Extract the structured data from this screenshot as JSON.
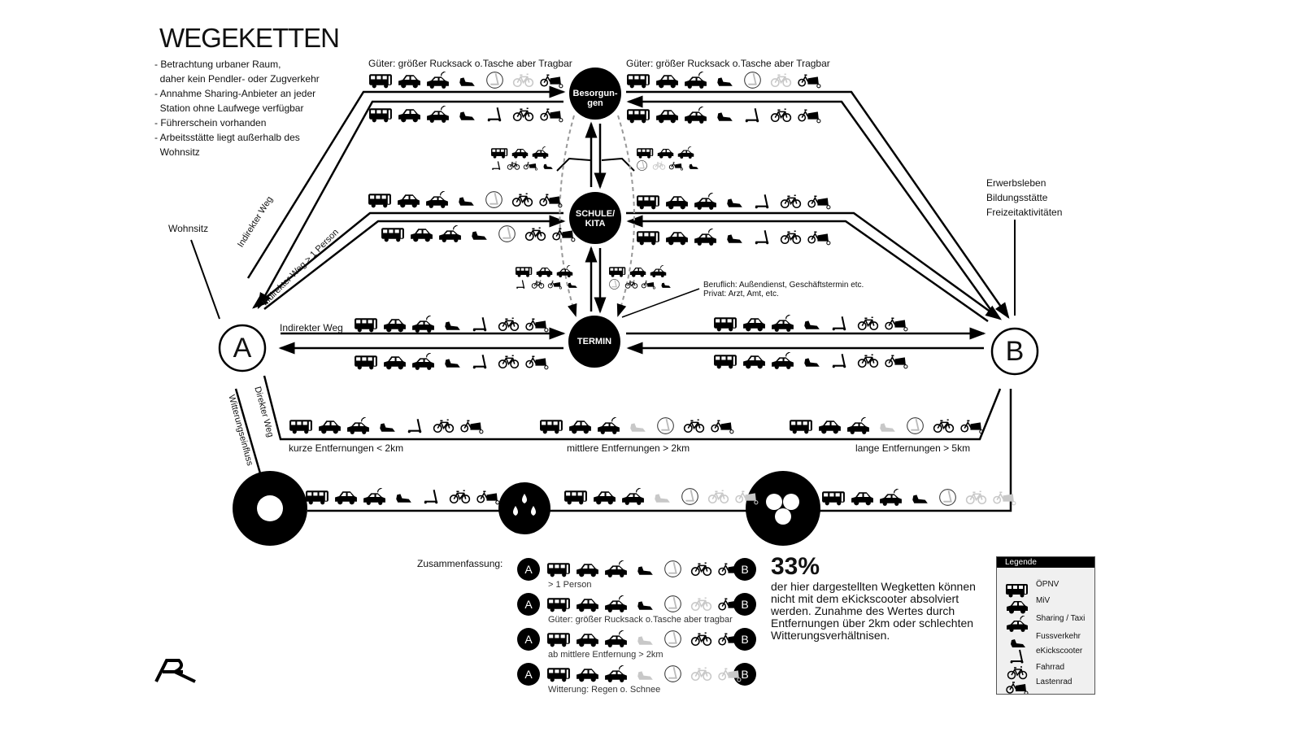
{
  "title": "WEGEKETTEN",
  "notes": [
    "- Betrachtung urbaner Raum,",
    "  daher kein Pendler- oder Zugverkehr",
    "- Annahme Sharing-Anbieter an jeder",
    "  Station ohne Laufwege verfügbar",
    "- Führerschein vorhanden",
    "- Arbeitsstätte liegt außerhalb des",
    "  Wohnsitz"
  ],
  "labels": {
    "gueter_left": "Güter: größer Rucksack o.Tasche aber Tragbar",
    "gueter_right": "Güter: größer Rucksack o.Tasche aber Tragbar",
    "wohnsitz": "Wohnsitz",
    "erwerb": [
      "Erwerbsleben",
      "Bildungsstätte",
      "Freizeitaktivitäten"
    ],
    "indirekt_1": "Indirekter Weg",
    "indirekt_2": "Indirekter Weg > 1 Person",
    "indirekt_3": "Indirekter Weg",
    "direkt": "Direkter Weg",
    "witterung": "Witterungseinfluss",
    "beruflich": "Beruflich: Außendienst, Geschäftstermin etc.",
    "privat": "Privat: Arzt, Amt, etc.",
    "kurz": "kurze Entfernungen < 2km",
    "mittel": "mittlere Entfernungen > 2km",
    "lang": "lange Entfernungen > 5km",
    "zusammen": "Zusammenfassung:"
  },
  "nodes": {
    "a": "A",
    "b": "B",
    "besorgungen": "Besorgun-\ngen",
    "schule": "SCHULE/\nKITA",
    "termin": "TERMIN"
  },
  "summary": [
    {
      "caption": "> 1 Person",
      "modes": [
        1,
        1,
        1,
        1,
        2,
        1,
        1
      ]
    },
    {
      "caption": "Güter: größer Rucksack o.Tasche aber tragbar",
      "modes": [
        1,
        1,
        1,
        1,
        2,
        0,
        1
      ]
    },
    {
      "caption": "ab mittlere Entfernung > 2km",
      "modes": [
        1,
        1,
        1,
        0,
        2,
        1,
        1
      ]
    },
    {
      "caption": "Witterung: Regen o. Schnee",
      "modes": [
        1,
        1,
        1,
        0,
        2,
        0,
        0
      ]
    }
  ],
  "stat": {
    "value": "33%",
    "text": "der hier dargestellten Wegketten können nicht mit dem eKickscooter absolviert werden. Zunahme des Wertes durch Entfernungen über 2km oder schlechten Witterungsverhältnisen."
  },
  "legend": {
    "title": "Legende",
    "items": [
      {
        "icon": "bus",
        "label": "ÖPNV"
      },
      {
        "icon": "car",
        "label": "MiV"
      },
      {
        "icon": "taxi",
        "label": "Sharing / Taxi"
      },
      {
        "icon": "foot",
        "label": "Fussverkehr"
      },
      {
        "icon": "scooter",
        "label": "eKickscooter"
      },
      {
        "icon": "bike",
        "label": "Fahrrad"
      },
      {
        "icon": "cargo",
        "label": "Lastenrad"
      }
    ]
  },
  "mode_order": [
    "bus",
    "car",
    "taxi",
    "foot",
    "scooter",
    "bike",
    "cargo"
  ],
  "rows": [
    {
      "id": "top-left-out",
      "modes": [
        1,
        1,
        1,
        1,
        2,
        0,
        1
      ]
    },
    {
      "id": "top-left-back",
      "modes": [
        1,
        1,
        1,
        1,
        1,
        1,
        1
      ]
    },
    {
      "id": "top-right-out",
      "modes": [
        1,
        1,
        1,
        1,
        2,
        0,
        1
      ]
    },
    {
      "id": "top-right-back",
      "modes": [
        1,
        1,
        1,
        1,
        1,
        1,
        1
      ]
    },
    {
      "id": "mid-left-out",
      "modes": [
        1,
        1,
        1,
        1,
        2,
        1,
        1
      ]
    },
    {
      "id": "mid-left-back",
      "modes": [
        1,
        1,
        1,
        1,
        2,
        1,
        1
      ]
    },
    {
      "id": "mid-right-out",
      "modes": [
        1,
        1,
        1,
        1,
        1,
        1,
        1
      ]
    },
    {
      "id": "mid-right-back",
      "modes": [
        1,
        1,
        1,
        1,
        1,
        1,
        1
      ]
    },
    {
      "id": "termin-left-out",
      "modes": [
        1,
        1,
        1,
        1,
        1,
        1,
        1
      ]
    },
    {
      "id": "termin-left-back",
      "modes": [
        1,
        1,
        1,
        1,
        1,
        1,
        1
      ]
    },
    {
      "id": "termin-right-out",
      "modes": [
        1,
        1,
        1,
        1,
        1,
        1,
        1
      ]
    },
    {
      "id": "termin-right-back",
      "modes": [
        1,
        1,
        1,
        1,
        1,
        1,
        1
      ]
    },
    {
      "id": "dist-short",
      "modes": [
        1,
        1,
        1,
        1,
        1,
        1,
        1
      ]
    },
    {
      "id": "dist-mid",
      "modes": [
        1,
        1,
        1,
        0,
        2,
        1,
        1
      ]
    },
    {
      "id": "dist-long",
      "modes": [
        1,
        1,
        1,
        0,
        2,
        1,
        1
      ]
    },
    {
      "id": "weather-dry",
      "modes": [
        1,
        1,
        1,
        1,
        1,
        1,
        1
      ]
    },
    {
      "id": "weather-rain",
      "modes": [
        1,
        1,
        1,
        0,
        2,
        0,
        0
      ]
    },
    {
      "id": "weather-hail",
      "modes": [
        1,
        1,
        1,
        1,
        2,
        0,
        0
      ]
    },
    {
      "id": "small-top-left",
      "modes": [
        1,
        1,
        1,
        1,
        1,
        1,
        1
      ]
    },
    {
      "id": "small-top-right",
      "modes": [
        1,
        1,
        1,
        1,
        2,
        0,
        1
      ]
    },
    {
      "id": "small-mid-left",
      "modes": [
        1,
        1,
        1,
        1,
        1,
        1,
        1
      ]
    },
    {
      "id": "small-mid-right",
      "modes": [
        1,
        1,
        1,
        1,
        2,
        1,
        1
      ]
    }
  ]
}
